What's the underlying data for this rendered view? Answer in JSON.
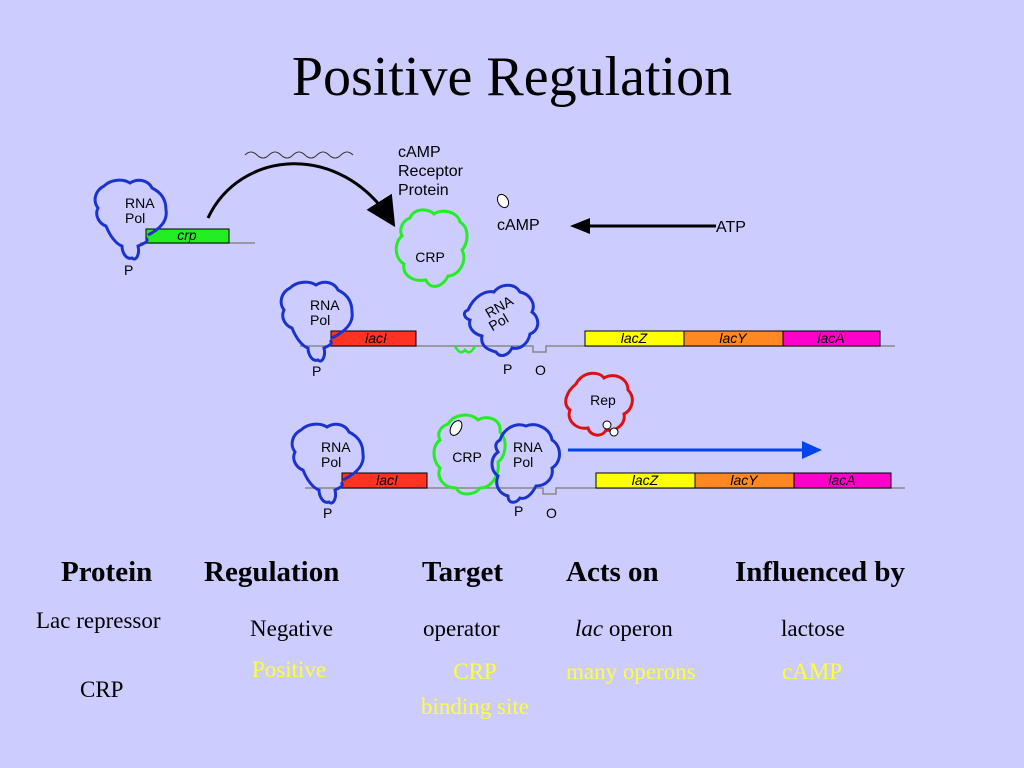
{
  "title": "Positive Regulation",
  "colors": {
    "background": "#ccccff",
    "rna_pol": "#1a33cc",
    "crp": "#22ee22",
    "rep": "#dd1111",
    "laci": "#ff3322",
    "lacz": "#ffff00",
    "lacy": "#ff8822",
    "laca": "#ff00cc",
    "arrow_blue": "#0044ee",
    "highlight_text": "#ffff33"
  },
  "diagram": {
    "rna_pol_label": [
      "RNA",
      "Pol"
    ],
    "crp_gene_label": "crp",
    "promoter_label": "P",
    "operator_label": "O",
    "camp_receptor_label": [
      "cAMP",
      "Receptor",
      "Protein"
    ],
    "crp_label": "CRP",
    "camp_label": "cAMP",
    "atp_label": "ATP",
    "rep_label": "Rep",
    "genes": [
      "lacI",
      "lacZ",
      "lacY",
      "lacA"
    ]
  },
  "table": {
    "headers": [
      "Protein",
      "Regulation",
      "Target",
      "Acts on",
      "Influenced by"
    ],
    "rows": [
      {
        "protein": "Lac repressor",
        "regulation": "Negative",
        "target": "operator",
        "acts_on_italic": "lac",
        "acts_on_rest": " operon",
        "influenced_by": "lactose"
      },
      {
        "protein": "CRP",
        "regulation": "Positive",
        "target_line1": "CRP",
        "target_line2": "binding site",
        "acts_on": "many operons",
        "influenced_by": "cAMP"
      }
    ]
  }
}
